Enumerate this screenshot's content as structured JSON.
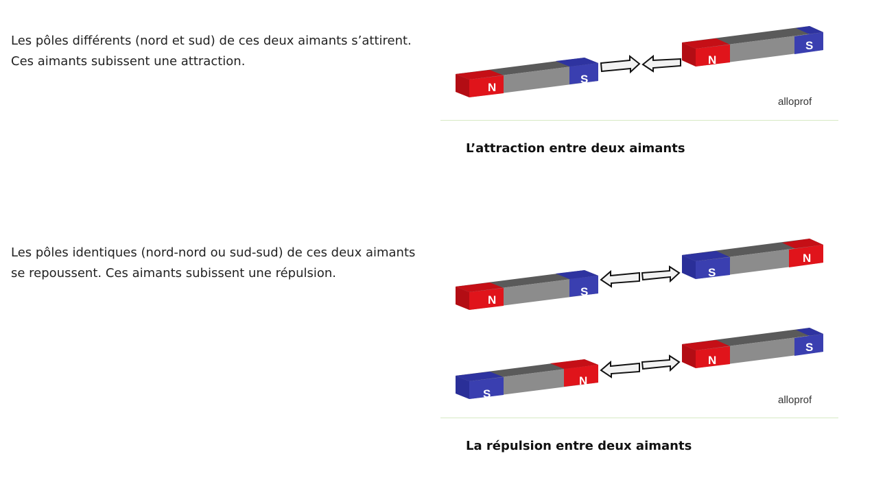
{
  "sections": [
    {
      "text": "Les pôles différents (nord et sud) de ces deux aimants s’attirent. Ces aimants subissent une attraction.",
      "caption": "L’attraction entre deux aimants",
      "logo": "alloprof"
    },
    {
      "text": "Les pôles identiques (nord-nord ou sud-sud) de ces deux aimants se repoussent. Ces aimants subissent une répulsion.",
      "caption": "La répulsion entre deux aimants",
      "logo": "alloprof"
    }
  ],
  "pole_labels": {
    "north": "N",
    "south": "S"
  },
  "colors": {
    "north": "#e0141b",
    "south": "#3a3fb0",
    "body": "#8c8c8c",
    "divider": "#d6e9c3"
  }
}
